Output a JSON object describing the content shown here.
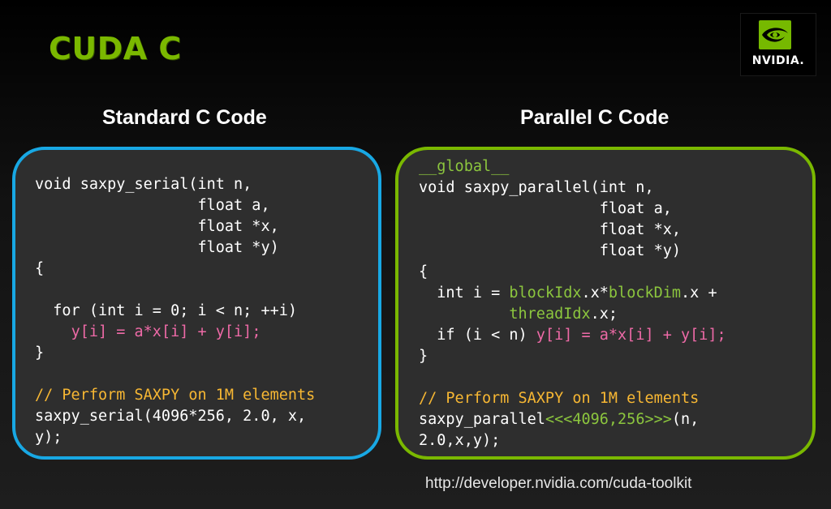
{
  "title": "CUDA C",
  "logo": {
    "icon": "nvidia-eye-icon",
    "wordmark": "NVIDIA."
  },
  "colors": {
    "title": "#7ab800",
    "left_border": "#18a8e4",
    "right_border": "#7ab800",
    "keyword_green": "#8cc63e",
    "expr_pink": "#ee6aa7",
    "comment_orange": "#f7b733"
  },
  "left": {
    "heading": "Standard C Code",
    "code": {
      "l1": "void saxpy_serial(int n,",
      "l2": "                  float a,",
      "l3": "                  float *x,",
      "l4": "                  float *y)",
      "l5": "{",
      "l6": "",
      "l7_prefix": "  for (int i = 0; i < n; ++i)",
      "l8_indent": "    ",
      "l8_expr": "y[i] = a*x[i] + y[i];",
      "l9": "}",
      "l10": "",
      "l11_comment": "// Perform SAXPY on 1M elements",
      "l12": "saxpy_serial(4096*256, 2.0, x,",
      "l13": "y);"
    }
  },
  "right": {
    "heading": "Parallel C Code",
    "code": {
      "l1_qualifier": "__global__",
      "l2": "void saxpy_parallel(int n,",
      "l3": "                    float a,",
      "l4": "                    float *x,",
      "l5": "                    float *y)",
      "l6": "{",
      "l7_a": "  int i = ",
      "l7_b": "blockIdx",
      "l7_c": ".x*",
      "l7_d": "blockDim",
      "l7_e": ".x +",
      "l8_indent": "          ",
      "l8_b": "threadIdx",
      "l8_c": ".x;",
      "l9_a": "  if (i < n) ",
      "l9_expr": "y[i] = a*x[i] + y[i];",
      "l10": "}",
      "l11": "",
      "l12_comment": "// Perform SAXPY on 1M elements",
      "l13_a": "saxpy_parallel",
      "l13_b": "<<<4096,256>>>",
      "l13_c": "(n,",
      "l14": "2.0,x,y);"
    }
  },
  "footer_url": "http://developer.nvidia.com/cuda-toolkit"
}
